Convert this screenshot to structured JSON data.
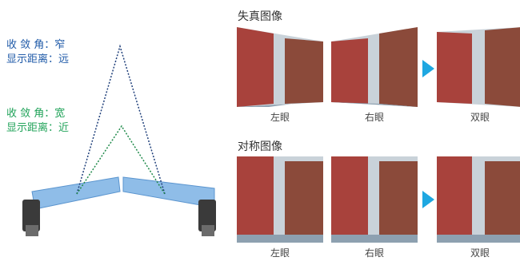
{
  "left": {
    "narrow": {
      "angle_label": "收 敛 角：窄",
      "distance_label": "显示距离：远",
      "color": "#1f5aa8"
    },
    "wide": {
      "angle_label": "收 敛 角：宽",
      "distance_label": "显示距离：近",
      "color": "#21a35a"
    }
  },
  "distorted": {
    "title": "失真图像",
    "left_caption": "左眼",
    "right_caption": "右眼",
    "both_caption": "双眼"
  },
  "symmetric": {
    "title": "对称图像",
    "left_caption": "左眼",
    "right_caption": "右眼",
    "both_caption": "双眼"
  },
  "colors": {
    "arrow": "#1ea7e1",
    "lens": "#8fbde8"
  }
}
